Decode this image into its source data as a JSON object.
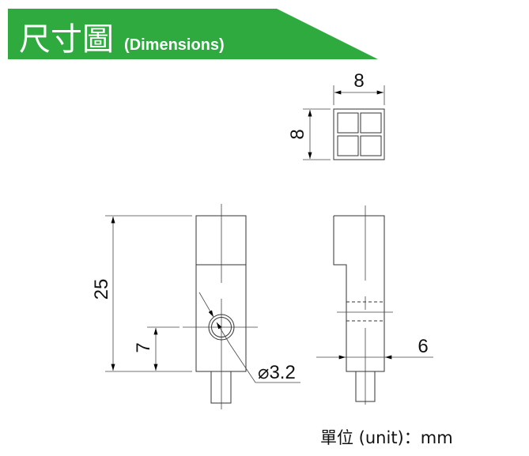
{
  "header": {
    "title_cn": "尺寸圖",
    "title_en": "(Dimensions)",
    "color": "#2eaa3e"
  },
  "top_view": {
    "width_label": "8",
    "height_label": "8"
  },
  "front_view": {
    "height_label": "25",
    "hole_offset_label": "7",
    "hole_diameter_label": "⌀3.2"
  },
  "side_view": {
    "width_label": "6"
  },
  "units": {
    "label": "單位 (unit)：mm"
  }
}
